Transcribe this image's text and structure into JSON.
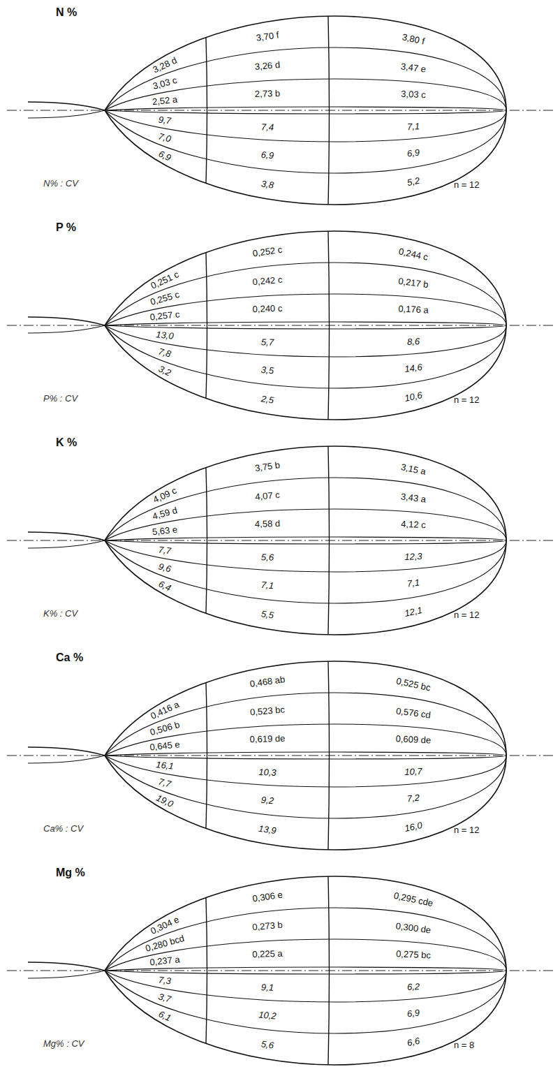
{
  "diagram": {
    "labels": [
      "N %",
      "3,28 d",
      "3,70 f",
      "3,80 f",
      "3,03 c",
      "3,26 d",
      "3,47 e",
      "2,52 a",
      "2,73 b",
      "3,03 c",
      "9,7",
      "7,4",
      "7,1",
      "7,0",
      "6,9",
      "6,9",
      "6,9",
      "3,8",
      "5,2",
      "N% : CV",
      "n = 12",
      "P %",
      "0,251 c",
      "0,252 c",
      "0,244 c",
      "0,255 c",
      "0,242 c",
      "0,217 b",
      "0,257 c",
      "0,240 c",
      "0,176 a",
      "13,0",
      "5,7",
      "8,6",
      "7,8",
      "3,5",
      "14,6",
      "3,2",
      "2,5",
      "10,6",
      "P% : CV",
      "n = 12",
      "K %",
      "4,09 c",
      "3,75 b",
      "3,15 a",
      "4,59 d",
      "4,07 c",
      "3,43 a",
      "5,63 e",
      "4,58 d",
      "4,12 c",
      "7,7",
      "5,6",
      "12,3",
      "9,6",
      "7,1",
      "7,1",
      "6,4",
      "5,5",
      "12,1",
      "K% : CV",
      "n = 12",
      "Ca %",
      "0,416 a",
      "0,468 ab",
      "0,525 bc",
      "0,506 b",
      "0,523 bc",
      "0,576 cd",
      "0,645 e",
      "0,619 de",
      "0,609 de",
      "16,1",
      "10,3",
      "10,7",
      "7,7",
      "9,2",
      "7,2",
      "19,0",
      "13,9",
      "16,0",
      "Ca% : CV",
      "n = 12",
      "Mg %",
      "0,304 e",
      "0,306 e",
      "0,295 cde",
      "0,280 bcd",
      "0,273 b",
      "0,300 de",
      "0,237 a",
      "0,225 a",
      "0,275 bc",
      "7,3",
      "9,1",
      "6,2",
      "3,7",
      "10,2",
      "6,9",
      "6,1",
      "5,6",
      "6,6",
      "Mg% : CV",
      "n = 8"
    ]
  }
}
